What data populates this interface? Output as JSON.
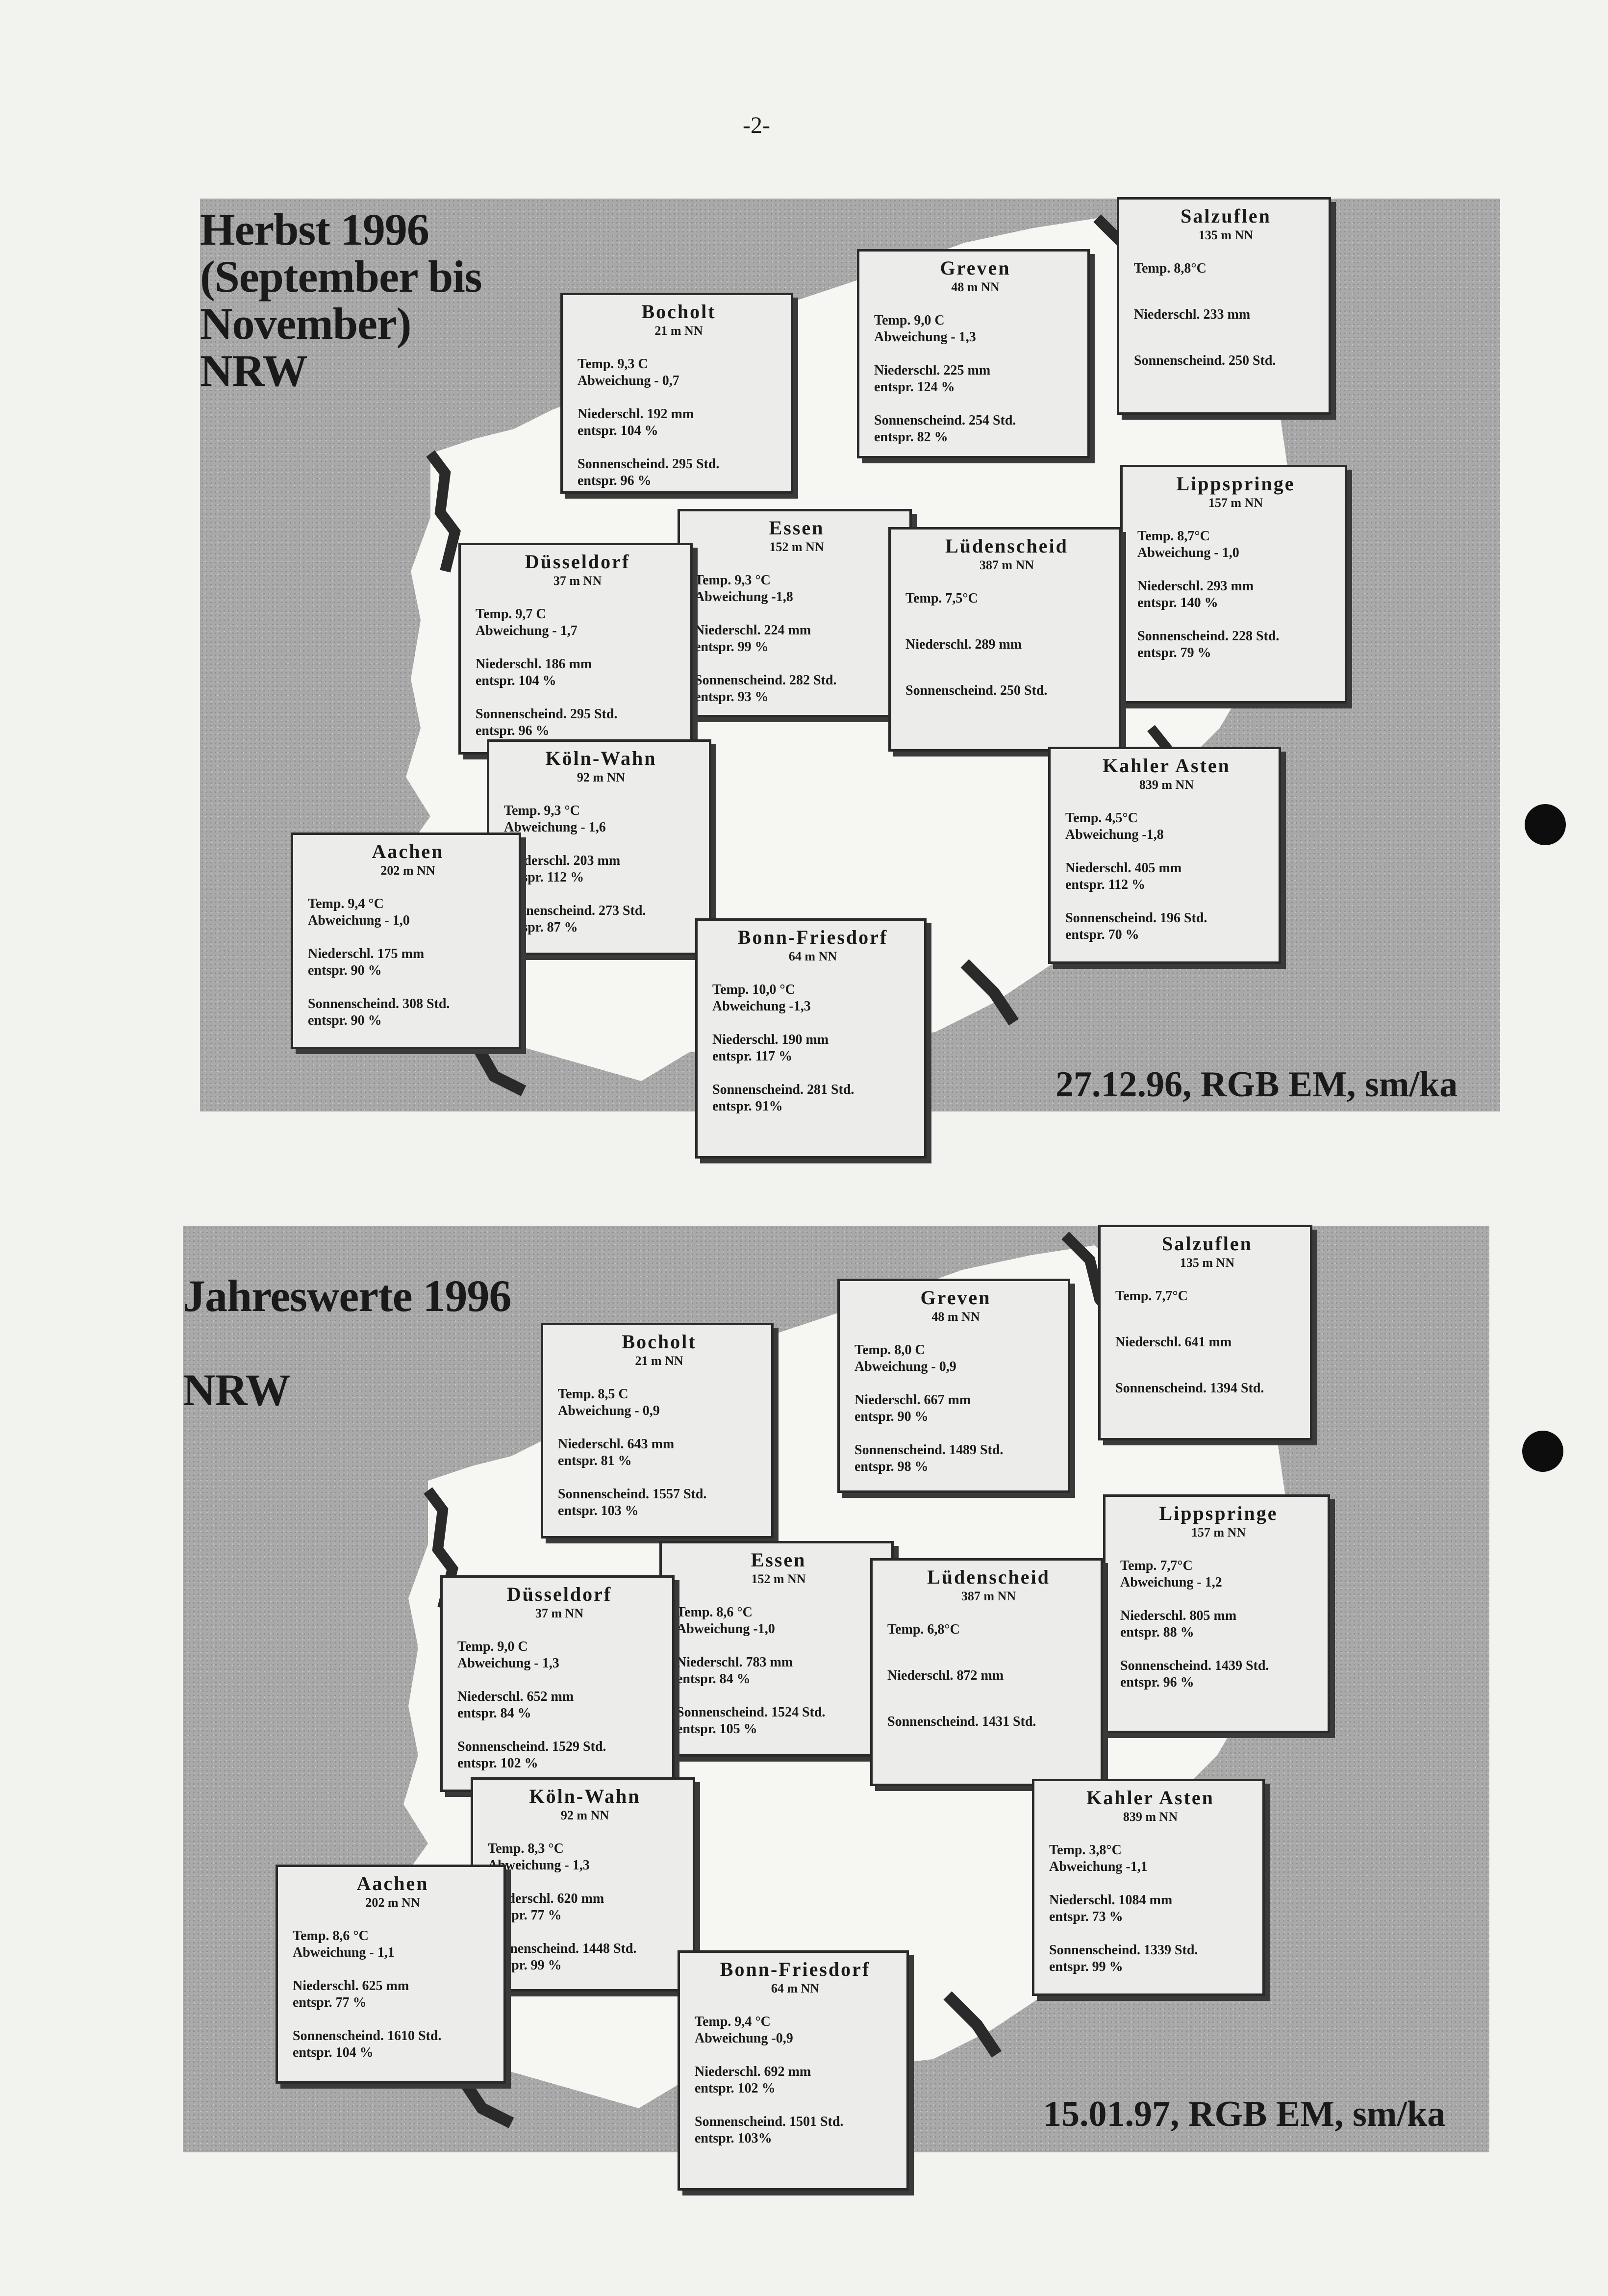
{
  "page_number": "-2-",
  "panels": [
    {
      "title_lines": [
        "Herbst 1996",
        "(September bis",
        "November)",
        "NRW"
      ],
      "stamp": "27.12.96, RGB EM, sm/ka",
      "stations": [
        {
          "city": "Bocholt",
          "alt": "21 m NN",
          "temp": "Temp. 9,3 C",
          "abw": "Abweichung - 0,7",
          "nied": "Niederschl. 192 mm",
          "nied_pct": "entspr. 104 %",
          "sonne": "Sonnenscheind. 295 Std.",
          "sonne_pct": "entspr. 96 %"
        },
        {
          "city": "Greven",
          "alt": "48 m NN",
          "temp": "Temp. 9,0 C",
          "abw": "Abweichung - 1,3",
          "nied": "Niederschl. 225 mm",
          "nied_pct": "entspr. 124 %",
          "sonne": "Sonnenscheind. 254 Std.",
          "sonne_pct": "entspr. 82 %"
        },
        {
          "city": "Salzuflen",
          "alt": "135 m NN",
          "temp": "Temp. 8,8°C",
          "nied": "Niederschl. 233 mm",
          "sonne": "Sonnenscheind. 250 Std."
        },
        {
          "city": "Lippspringe",
          "alt": "157 m NN",
          "temp": "Temp. 8,7°C",
          "abw": "Abweichung - 1,0",
          "nied": "Niederschl. 293 mm",
          "nied_pct": "entspr. 140 %",
          "sonne": "Sonnenscheind. 228 Std.",
          "sonne_pct": "entspr. 79 %"
        },
        {
          "city": "Essen",
          "alt": "152 m NN",
          "temp": "Temp. 9,3 °C",
          "abw": "Abweichung -1,8",
          "nied": "Niederschl. 224 mm",
          "nied_pct": "entspr. 99 %",
          "sonne": "Sonnenscheind. 282 Std.",
          "sonne_pct": "entspr. 93 %"
        },
        {
          "city": "Düsseldorf",
          "alt": "37 m NN",
          "temp": "Temp. 9,7 C",
          "abw": "Abweichung - 1,7",
          "nied": "Niederschl. 186 mm",
          "nied_pct": "entspr. 104 %",
          "sonne": "Sonnenscheind. 295 Std.",
          "sonne_pct": "entspr. 96 %"
        },
        {
          "city": "Lüdenscheid",
          "alt": "387 m NN",
          "temp": "Temp. 7,5°C",
          "nied": "Niederschl. 289 mm",
          "sonne": "Sonnenscheind. 250 Std."
        },
        {
          "city": "Köln-Wahn",
          "alt": "92 m NN",
          "temp": "Temp. 9,3 °C",
          "abw": "Abweichung - 1,6",
          "nied": "Niederschl. 203 mm",
          "nied_pct": "entspr. 112 %",
          "sonne": "Sonnenscheind. 273 Std.",
          "sonne_pct": "entspr. 87 %"
        },
        {
          "city": "Kahler Asten",
          "alt": "839 m NN",
          "temp": "Temp. 4,5°C",
          "abw": "Abweichung -1,8",
          "nied": "Niederschl. 405 mm",
          "nied_pct": "entspr. 112 %",
          "sonne": "Sonnenscheind. 196 Std.",
          "sonne_pct": "entspr. 70 %"
        },
        {
          "city": "Aachen",
          "alt": "202 m NN",
          "temp": "Temp. 9,4 °C",
          "abw": "Abweichung - 1,0",
          "nied": "Niederschl. 175 mm",
          "nied_pct": "entspr. 90 %",
          "sonne": "Sonnenscheind. 308 Std.",
          "sonne_pct": "entspr. 90 %"
        },
        {
          "city": "Bonn-Friesdorf",
          "alt": "64 m NN",
          "temp": "Temp. 10,0 °C",
          "abw": "Abweichung -1,3",
          "nied": "Niederschl. 190 mm",
          "nied_pct": "entspr. 117 %",
          "sonne": "Sonnenscheind. 281 Std.",
          "sonne_pct": "entspr. 91%"
        }
      ]
    },
    {
      "title_lines": [
        "Jahreswerte 1996",
        "",
        "NRW"
      ],
      "stamp": "15.01.97, RGB EM, sm/ka",
      "stations": [
        {
          "city": "Bocholt",
          "alt": "21 m NN",
          "temp": "Temp. 8,5 C",
          "abw": "Abweichung - 0,9",
          "nied": "Niederschl. 643 mm",
          "nied_pct": "entspr. 81 %",
          "sonne": "Sonnenscheind. 1557 Std.",
          "sonne_pct": "entspr. 103 %"
        },
        {
          "city": "Greven",
          "alt": "48 m NN",
          "temp": "Temp. 8,0 C",
          "abw": "Abweichung - 0,9",
          "nied": "Niederschl. 667 mm",
          "nied_pct": "entspr. 90 %",
          "sonne": "Sonnenscheind. 1489 Std.",
          "sonne_pct": "entspr. 98 %"
        },
        {
          "city": "Salzuflen",
          "alt": "135 m NN",
          "temp": "Temp. 7,7°C",
          "nied": "Niederschl. 641 mm",
          "sonne": "Sonnenscheind. 1394 Std."
        },
        {
          "city": "Lippspringe",
          "alt": "157 m NN",
          "temp": "Temp. 7,7°C",
          "abw": "Abweichung - 1,2",
          "nied": "Niederschl. 805 mm",
          "nied_pct": "entspr. 88 %",
          "sonne": "Sonnenscheind. 1439 Std.",
          "sonne_pct": "entspr. 96 %"
        },
        {
          "city": "Essen",
          "alt": "152 m NN",
          "temp": "Temp. 8,6 °C",
          "abw": "Abweichung -1,0",
          "nied": "Niederschl. 783 mm",
          "nied_pct": "entspr. 84 %",
          "sonne": "Sonnenscheind. 1524 Std.",
          "sonne_pct": "entspr. 105 %"
        },
        {
          "city": "Düsseldorf",
          "alt": "37 m NN",
          "temp": "Temp. 9,0 C",
          "abw": "Abweichung - 1,3",
          "nied": "Niederschl. 652 mm",
          "nied_pct": "entspr. 84 %",
          "sonne": "Sonnenscheind. 1529 Std.",
          "sonne_pct": "entspr. 102 %"
        },
        {
          "city": "Lüdenscheid",
          "alt": "387 m NN",
          "temp": "Temp. 6,8°C",
          "nied": "Niederschl. 872 mm",
          "sonne": "Sonnenscheind. 1431 Std."
        },
        {
          "city": "Köln-Wahn",
          "alt": "92 m NN",
          "temp": "Temp. 8,3 °C",
          "abw": "Abweichung - 1,3",
          "nied": "Niederschl. 620 mm",
          "nied_pct": "entspr. 77 %",
          "sonne": "Sonnenscheind. 1448 Std.",
          "sonne_pct": "entspr. 99 %"
        },
        {
          "city": "Kahler Asten",
          "alt": "839 m NN",
          "temp": "Temp. 3,8°C",
          "abw": "Abweichung -1,1",
          "nied": "Niederschl. 1084 mm",
          "nied_pct": "entspr. 73 %",
          "sonne": "Sonnenscheind. 1339 Std.",
          "sonne_pct": "entspr. 99 %"
        },
        {
          "city": "Aachen",
          "alt": "202 m NN",
          "temp": "Temp. 8,6 °C",
          "abw": "Abweichung - 1,1",
          "nied": "Niederschl. 625 mm",
          "nied_pct": "entspr. 77 %",
          "sonne": "Sonnenscheind. 1610 Std.",
          "sonne_pct": "entspr. 104 %"
        },
        {
          "city": "Bonn-Friesdorf",
          "alt": "64 m NN",
          "temp": "Temp. 9,4 °C",
          "abw": "Abweichung -0,9",
          "nied": "Niederschl. 692 mm",
          "nied_pct": "entspr. 102 %",
          "sonne": "Sonnenscheind. 1501 Std.",
          "sonne_pct": "entspr. 103%"
        }
      ]
    }
  ]
}
